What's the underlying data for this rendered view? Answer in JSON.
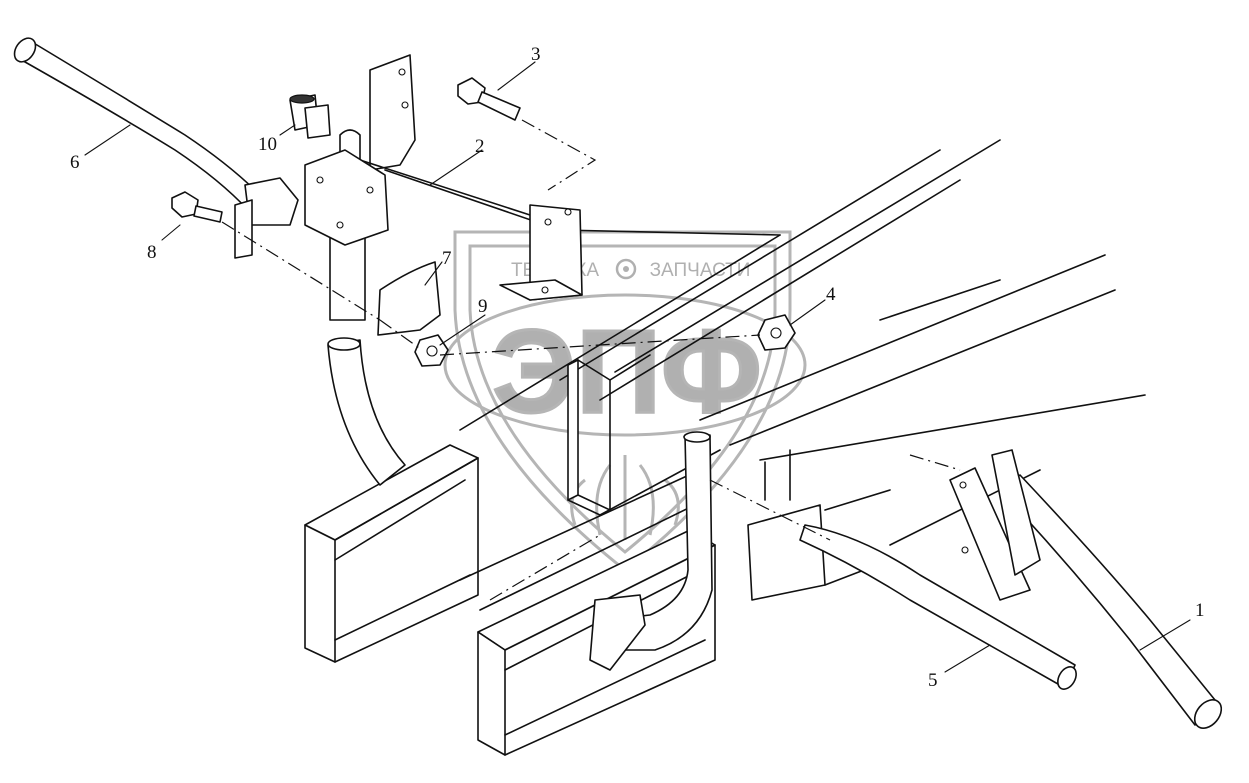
{
  "callouts": [
    {
      "id": "1",
      "label": "1"
    },
    {
      "id": "2",
      "label": "2"
    },
    {
      "id": "3",
      "label": "3"
    },
    {
      "id": "4",
      "label": "4"
    },
    {
      "id": "5",
      "label": "5"
    },
    {
      "id": "6",
      "label": "6"
    },
    {
      "id": "7",
      "label": "7"
    },
    {
      "id": "8",
      "label": "8"
    },
    {
      "id": "9",
      "label": "9"
    },
    {
      "id": "10",
      "label": "10"
    }
  ],
  "watermark": {
    "brand": "ЭПФ",
    "left_text": "ТЕХНИКА",
    "right_text": "ЗАПЧАСТИ",
    "gear_icon": "gear-icon",
    "color": "#b0b0b0"
  }
}
